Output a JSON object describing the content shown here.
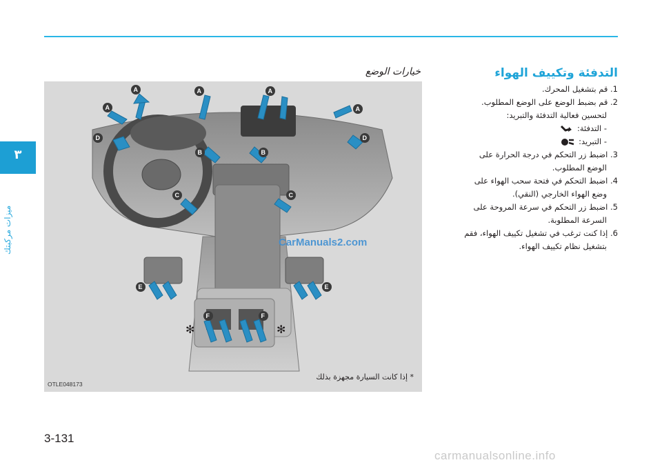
{
  "chapter": {
    "number": "٣",
    "side_title": "ميزات مركبتك"
  },
  "section_title": "التدفئة وتكييف الهواء",
  "figure_title": "خيارات الوضع",
  "instructions": [
    {
      "n": "1.",
      "text": "قم بتشغيل المحرك."
    },
    {
      "n": "2.",
      "text": "قم بضبط الوضع على الوضع المطلوب.",
      "cont": "لتحسين فعالية التدفئة والتبريد:"
    },
    {
      "n": "3.",
      "text": "اضبط زر التحكم في درجة الحرارة على",
      "cont": "الوضع المطلوب."
    },
    {
      "n": "4.",
      "text": "اضبط التحكم في فتحة سحب الهواء على",
      "cont": "وضع الهواء الخارجي (النقي)."
    },
    {
      "n": "5.",
      "text": "اضبط زر التحكم في سرعة المروحة على",
      "cont": "السرعة المطلوبة."
    },
    {
      "n": "6.",
      "text": "إذا كنت ترغب في تشغيل تكييف الهواء، فقم",
      "cont": "بتشغيل نظام تكييف الهواء."
    }
  ],
  "modes": {
    "heating": "- التدفئة:",
    "cooling": "- التبريد:"
  },
  "figure": {
    "code": "OTLE048173",
    "note": "* إذا كانت السيارة مجهزة بذلك",
    "watermark": "CarManuals2.com",
    "vent_letters": [
      "A",
      "B",
      "C",
      "D",
      "E",
      "F"
    ],
    "asterisk": "✻"
  },
  "page_number": "3-131",
  "footer_watermark": "carmanualsonline.info",
  "colors": {
    "accent": "#29b6e6",
    "tab": "#1d9fd4",
    "vent_arrow": "#2a8fc4",
    "label_circle": "#3a3a3a"
  }
}
